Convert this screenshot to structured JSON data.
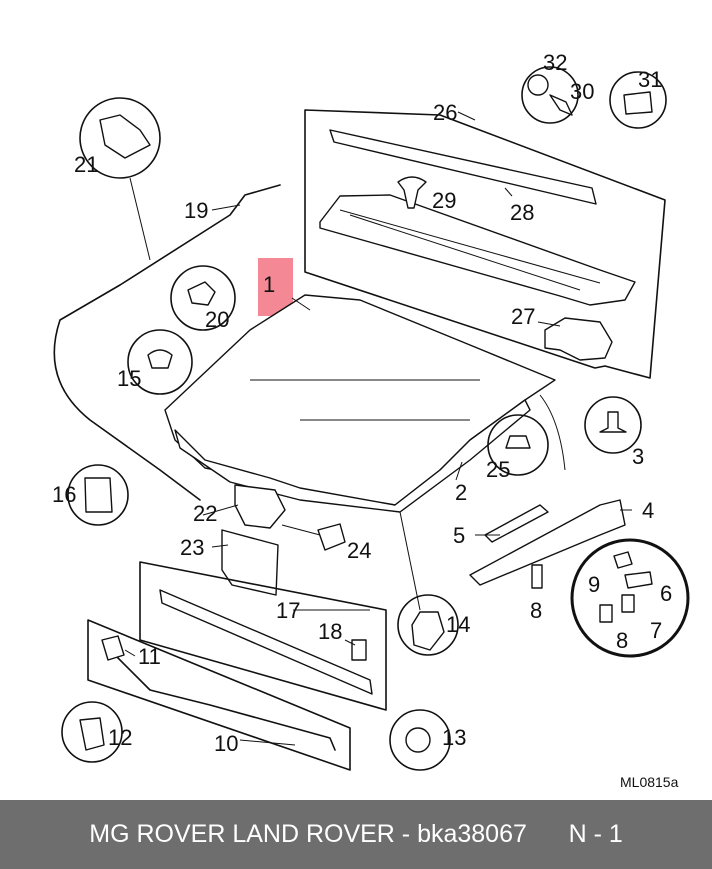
{
  "diagram": {
    "reference_code": "ML0815a",
    "callouts": [
      "1",
      "2",
      "3",
      "4",
      "5",
      "6",
      "7",
      "8",
      "8",
      "9",
      "10",
      "11",
      "12",
      "13",
      "14",
      "15",
      "16",
      "17",
      "18",
      "19",
      "20",
      "21",
      "22",
      "23",
      "24",
      "25",
      "26",
      "27",
      "28",
      "29",
      "30",
      "31",
      "32"
    ],
    "highlighted_callout": "1",
    "highlight_color": "#f06070"
  },
  "footer": {
    "text": "MG ROVER LAND ROVER - bka38067      N - 1",
    "background_color": "#6e6e6e",
    "text_color": "#ffffff"
  }
}
